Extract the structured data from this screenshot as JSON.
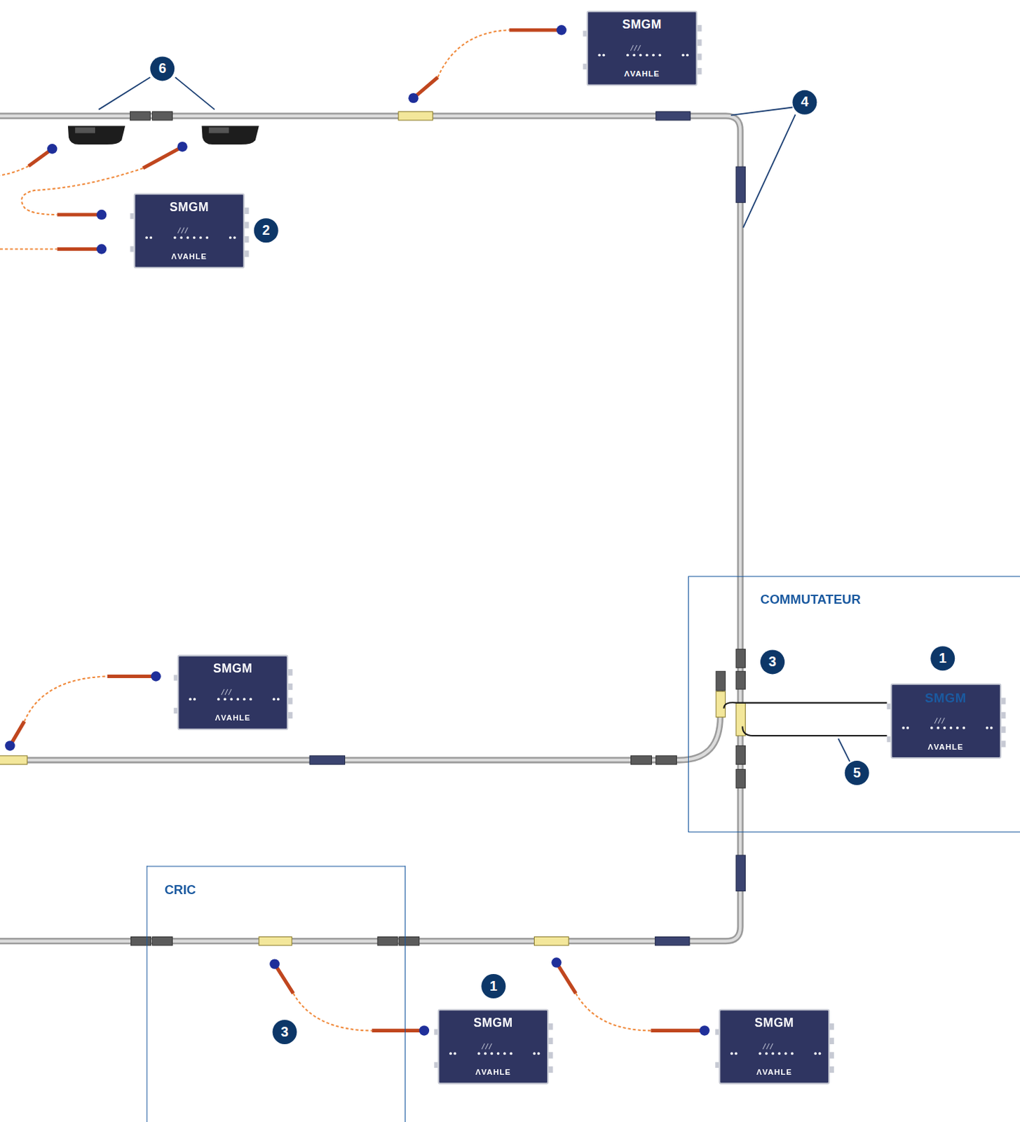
{
  "diagram": {
    "nodes": [
      {
        "text": [
          "SMGM",
          "ΛVAHLE"
        ]
      },
      {
        "text": [
          "SMGM",
          "ΛVAHLE"
        ]
      },
      {
        "text": [
          "SMGM",
          "ΛVAHLE"
        ]
      },
      {
        "text": [
          "COMMUTATEUR"
        ]
      },
      {
        "text": [
          "SMGM",
          "ΛVAHLE"
        ],
        "in": 3
      },
      {
        "text": [
          "CRIC"
        ]
      },
      {
        "text": [
          "SMGM",
          "ΛVAHLE"
        ]
      },
      {
        "text": [
          "SMGM",
          "ΛVAHLE"
        ]
      }
    ],
    "labels": [
      "6",
      "4",
      "2",
      "3",
      "1",
      "5",
      "1",
      "3"
    ]
  }
}
